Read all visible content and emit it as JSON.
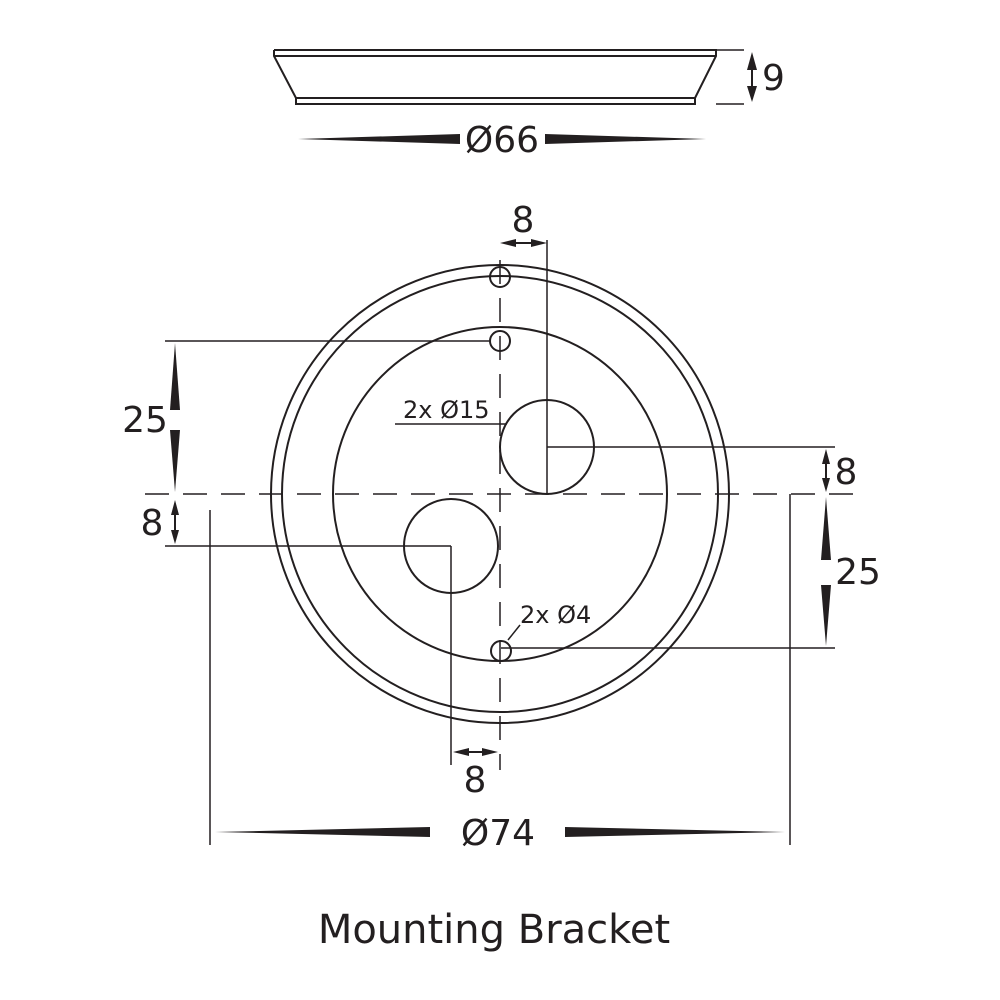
{
  "title": "Mounting Bracket",
  "dimensions": {
    "side_height": "9",
    "side_diameter": "Ø66",
    "top_offset": "8",
    "left_vertical": "25",
    "left_small": "8",
    "right_small": "8",
    "right_vertical": "25",
    "bottom_offset": "8",
    "base_diameter": "Ø74",
    "large_holes": "2x Ø15",
    "small_holes": "2x Ø4"
  },
  "colors": {
    "line": "#231f20"
  }
}
